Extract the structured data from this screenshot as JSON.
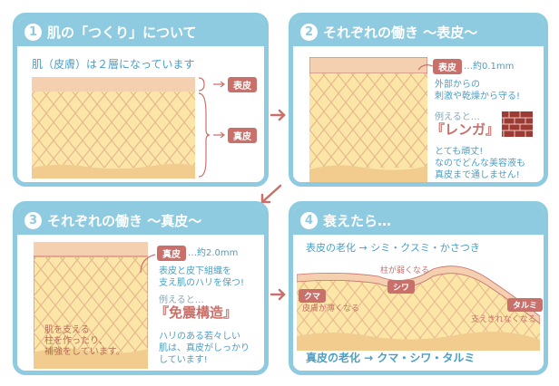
{
  "panel1": {
    "number": "1",
    "title": "肌の「つくり」について",
    "subtitle": "肌（皮膚）は２層になっています",
    "label_epidermis": "表皮",
    "label_dermis": "真皮"
  },
  "panel2": {
    "number": "2",
    "title": "それぞれの働き 〜表皮〜",
    "badge": "表皮",
    "thickness": "…約0.1mm",
    "desc": [
      "外部からの",
      "刺激や乾燥から守る!"
    ],
    "example_lead": "例えると…",
    "example": "『レンガ』",
    "note": [
      "とても頑丈!",
      "なのでどんな美容液も",
      "真皮まで通しません!"
    ]
  },
  "panel3": {
    "number": "3",
    "title": "それぞれの働き 〜真皮〜",
    "badge": "真皮",
    "thickness": "…約2.0mm",
    "desc": [
      "表皮と皮下組織を",
      "支え肌のハリを保つ!"
    ],
    "example_lead": "例えると…",
    "example": "『免震構造』",
    "note": [
      "ハリのある若々しい",
      "肌は、真皮がしっかり",
      "しています!"
    ],
    "pillar_note": [
      "肌を支える",
      "柱を作ったり、",
      "補強をしています。"
    ]
  },
  "panel4": {
    "number": "4",
    "title": "衰えたら…",
    "epidermis_aging": "表皮の老化 → シミ・クスミ・かさつき",
    "dermis_aging": "真皮の老化 → クマ・シワ・タルミ",
    "tag_kuma": "クマ",
    "tag_shiwa": "シワ",
    "tag_tarumi": "タルミ",
    "note_pillar_weak": "柱が弱くなる",
    "note_thin": "皮膚が薄くなる",
    "note_unsupported": "支えきれなくなる"
  },
  "colors": {
    "frame": "#8ecbe0",
    "accent": "#c9706b",
    "text_blue": "#4b9fc4",
    "skin_top": "#f4cfb0",
    "dermis": "#fbe6a8",
    "fat": "#f2cc8f"
  }
}
